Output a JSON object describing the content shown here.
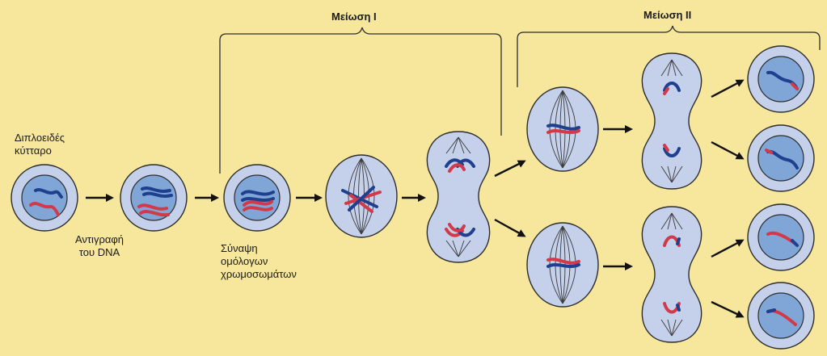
{
  "headers": {
    "meiosis1": "Μείωση I",
    "meiosis2": "Μείωση II"
  },
  "labels": {
    "diploid_line1": "Διπλοειδές",
    "diploid_line2": "κύτταρο",
    "replication_line1": "Αντιγραφή",
    "replication_line2": "του DNA",
    "synapsis_line1": "Σύναψη",
    "synapsis_line2": "ομόλογων",
    "synapsis_line3": "χρωμοσωμάτων"
  },
  "colors": {
    "background": "#f7e79c",
    "cytoplasm": "#c5d0ea",
    "nucleus": "#7fa6d6",
    "outline": "#2d2d2d",
    "chromosome_blue": "#1f3f8f",
    "chromosome_red": "#d23a4a"
  }
}
